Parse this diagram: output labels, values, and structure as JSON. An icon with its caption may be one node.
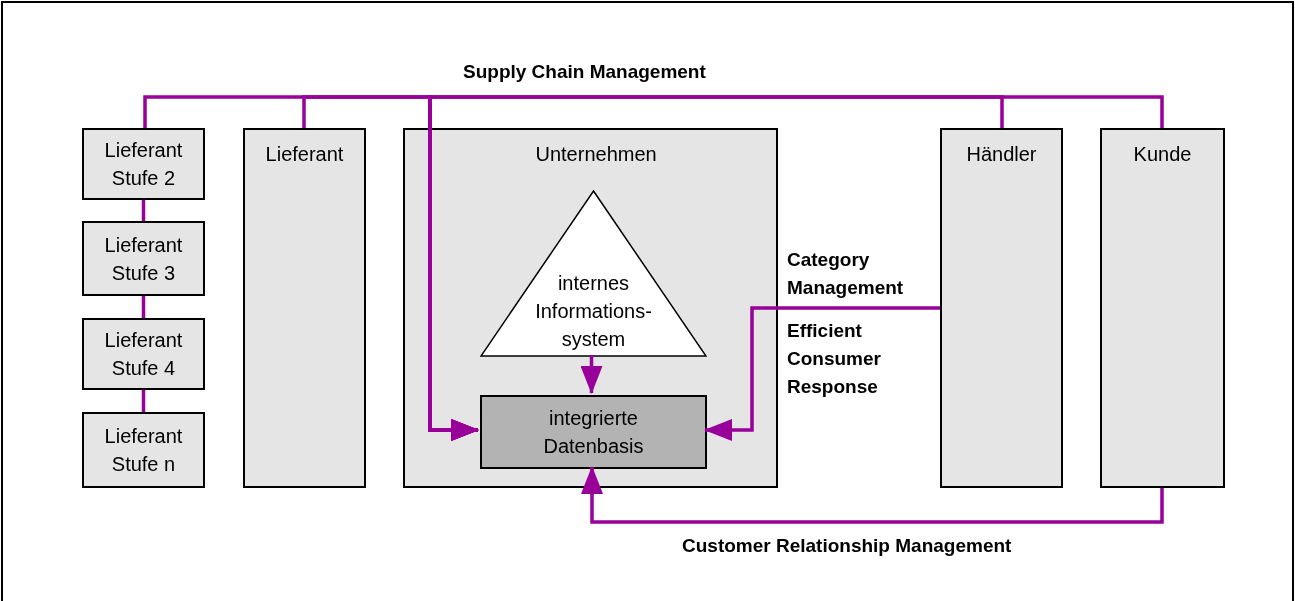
{
  "diagram": {
    "nodes": [
      {
        "text": [
          "Lieferant Stufe 2"
        ]
      },
      {
        "text": [
          "Lieferant Stufe 3"
        ]
      },
      {
        "text": [
          "Lieferant Stufe 4"
        ]
      },
      {
        "text": [
          "Lieferant Stufe n"
        ]
      },
      {
        "text": [
          "Lieferant"
        ]
      },
      {
        "text": [
          "Unternehmen"
        ]
      },
      {
        "text": [
          "internes Informations-system"
        ],
        "in": 5
      },
      {
        "text": [
          "integrierte Datenbasis"
        ],
        "in": 5
      },
      {
        "text": [
          "Händler"
        ]
      },
      {
        "text": [
          "Kunde"
        ]
      }
    ],
    "edges": [
      {
        "from": 0,
        "to": 1,
        "arrow": "none"
      },
      {
        "from": 1,
        "to": 2,
        "arrow": "none"
      },
      {
        "from": 2,
        "to": 3,
        "arrow": "none"
      },
      {
        "from": 0,
        "to": 7,
        "arrow": "to"
      },
      {
        "from": 4,
        "to": 7,
        "arrow": "to"
      },
      {
        "from": 8,
        "to": 7,
        "arrow": "to"
      },
      {
        "from": 9,
        "to": 7,
        "arrow": "to"
      },
      {
        "from": 6,
        "to": 7,
        "arrow": "to"
      },
      {
        "from": 8,
        "to": 7,
        "arrow": "to"
      },
      {
        "from": 9,
        "to": 7,
        "arrow": "to"
      }
    ],
    "labels": [
      "Supply Chain Management",
      "Category Management",
      "Efficient Consumer Response",
      "Customer Relationship Management"
    ]
  }
}
